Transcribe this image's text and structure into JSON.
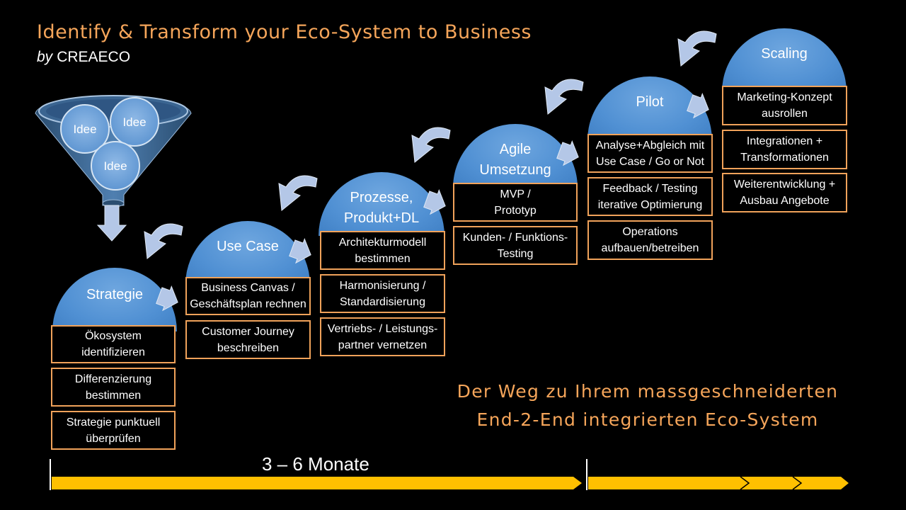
{
  "header": {
    "title": "Identify & Transform your Eco-System to Business",
    "by": "by",
    "brand": "CREAECO"
  },
  "funnel": {
    "ideas": [
      "Idee",
      "Idee",
      "Idee"
    ]
  },
  "stages": [
    {
      "label": "Strategie",
      "boxes": [
        "Ökosystem\nidentifizieren",
        "Differenzierung\nbestimmen",
        "Strategie punktuell\nüberprüfen"
      ]
    },
    {
      "label": "Use Case",
      "boxes": [
        "Business Canvas /\nGeschäftsplan rechnen",
        "Customer Journey\nbeschreiben"
      ]
    },
    {
      "label": "Prozesse,\nProdukt+DL",
      "boxes": [
        "Architekturmodell\nbestimmen",
        "Harmonisierung /\nStandardisierung",
        "Vertriebs- / Leistungs-\npartner vernetzen"
      ]
    },
    {
      "label": "Agile\nUmsetzung",
      "boxes": [
        "MVP /\nPrototyp",
        "Kunden- / Funktions-\nTesting"
      ]
    },
    {
      "label": "Pilot",
      "boxes": [
        "Analyse+Abgleich mit\nUse Case / Go or Not",
        "Feedback / Testing\niterative Optimierung",
        "Operations\naufbauen/betreiben"
      ]
    },
    {
      "label": "Scaling",
      "boxes": [
        "Marketing-Konzept\nausrollen",
        "Integrationen +\nTransformationen",
        "Weiterentwicklung +\nAusbau Angebote"
      ]
    }
  ],
  "tagline": {
    "line1": "Der Weg zu Ihrem massgeschneiderten",
    "line2": "End-2-End integrierten Eco-System"
  },
  "timeline": {
    "label": "3 – 6 Monate"
  },
  "colors": {
    "accent": "#f5a55a",
    "box_border": "#f0a25a",
    "stage_blue": "#5b9bd5",
    "arrow_blue": "#b4c7e7",
    "timeline_yellow": "#ffc000"
  }
}
